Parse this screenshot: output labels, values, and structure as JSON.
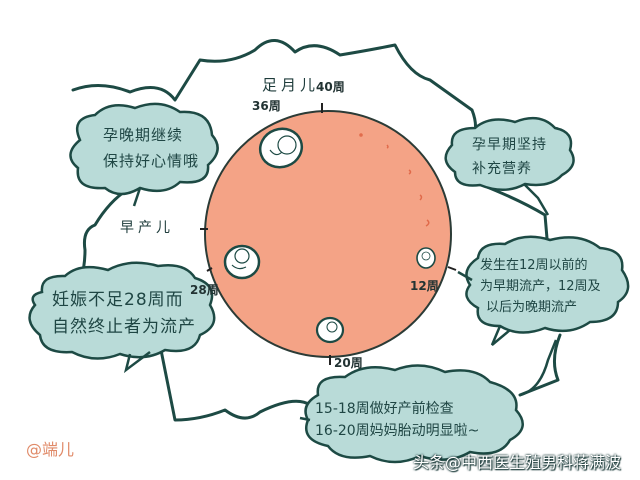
{
  "colors": {
    "outline": "#1d4a44",
    "circle_fill": "#f4a386",
    "bubble_fill": "#b9dbd8",
    "background": "#ffffff",
    "signature": "#e08a68"
  },
  "circle_labels": {
    "full_term": "足月儿",
    "week_40": "40周",
    "week_36": "36周",
    "premature": "早产儿",
    "week_28": "28周",
    "week_20": "20周",
    "week_12": "12周"
  },
  "bubbles": {
    "late_pregnancy": {
      "line1": "孕晚期继续",
      "line2": "保持好心情哦"
    },
    "early_pregnancy": {
      "line1": "孕早期坚持",
      "line2": "补充营养"
    },
    "miscarriage_timing": {
      "line1": "发生在12周以前的",
      "line2": "为早期流产，12周及",
      "line3": "以后为晚期流产"
    },
    "miscarriage_definition": {
      "line1": "妊娠不足28周而",
      "line2": "自然终止者为流产"
    },
    "prenatal_check": {
      "line1": "15-18周做好产前检查",
      "line2": "16-20周妈妈胎动明显啦~"
    }
  },
  "signature": "@端儿",
  "watermark": "头条@中西医生殖男科蒋满波"
}
